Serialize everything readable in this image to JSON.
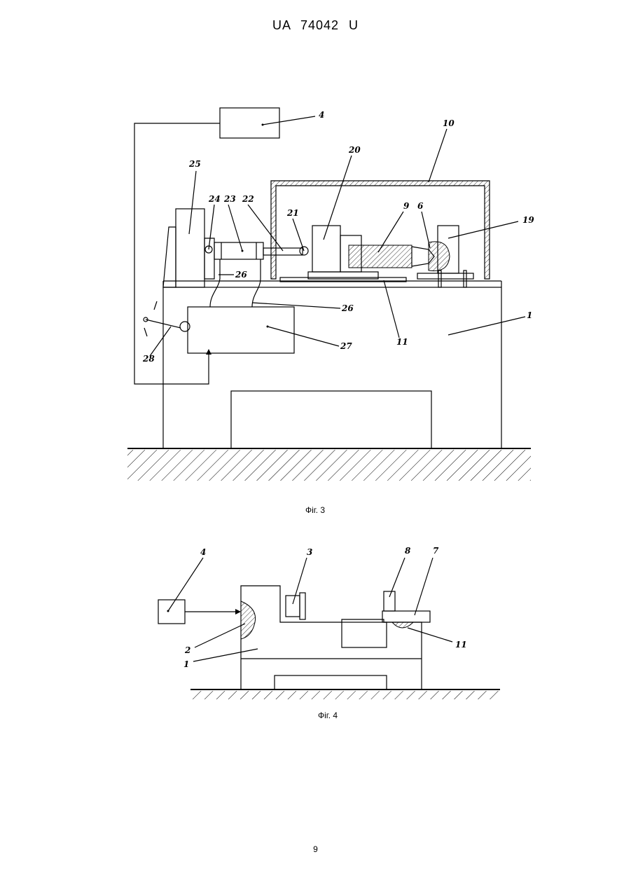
{
  "header": {
    "code": "UA 74042 U"
  },
  "figure3": {
    "caption": "Фіг. 3",
    "labels": [
      "4",
      "10",
      "20",
      "25",
      "24",
      "23",
      "22",
      "21",
      "9",
      "6",
      "19",
      "26",
      "26",
      "1",
      "27",
      "28",
      "11"
    ]
  },
  "figure4": {
    "caption": "Фіг. 4",
    "labels": [
      "4",
      "3",
      "8",
      "7",
      "2",
      "1",
      "11"
    ]
  },
  "footer": {
    "page_number": "9"
  }
}
